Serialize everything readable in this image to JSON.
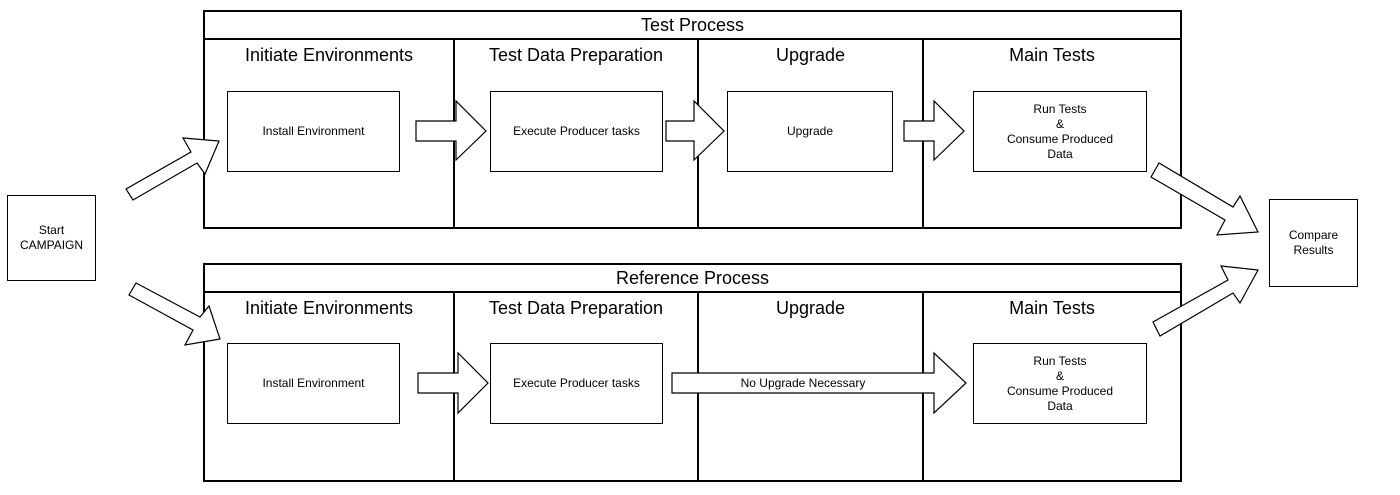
{
  "start": {
    "label": "Start\nCAMPAIGN"
  },
  "end": {
    "label": "Compare\nResults"
  },
  "test_process": {
    "title": "Test Process",
    "stages": [
      {
        "title": "Initiate Environments",
        "task": "Install Environment"
      },
      {
        "title": "Test Data Preparation",
        "task": "Execute Producer tasks"
      },
      {
        "title": "Upgrade",
        "task": "Upgrade"
      },
      {
        "title": "Main Tests",
        "task": "Run Tests\n&\nConsume Produced\nData"
      }
    ]
  },
  "reference_process": {
    "title": "Reference Process",
    "stages": [
      {
        "title": "Initiate Environments",
        "task": "Install Environment"
      },
      {
        "title": "Test Data Preparation",
        "task": "Execute Producer tasks"
      },
      {
        "title": "Upgrade",
        "task": ""
      },
      {
        "title": "Main Tests",
        "task": "Run Tests\n&\nConsume Produced\nData"
      }
    ],
    "upgrade_arrow_label": "No Upgrade Necessary"
  }
}
